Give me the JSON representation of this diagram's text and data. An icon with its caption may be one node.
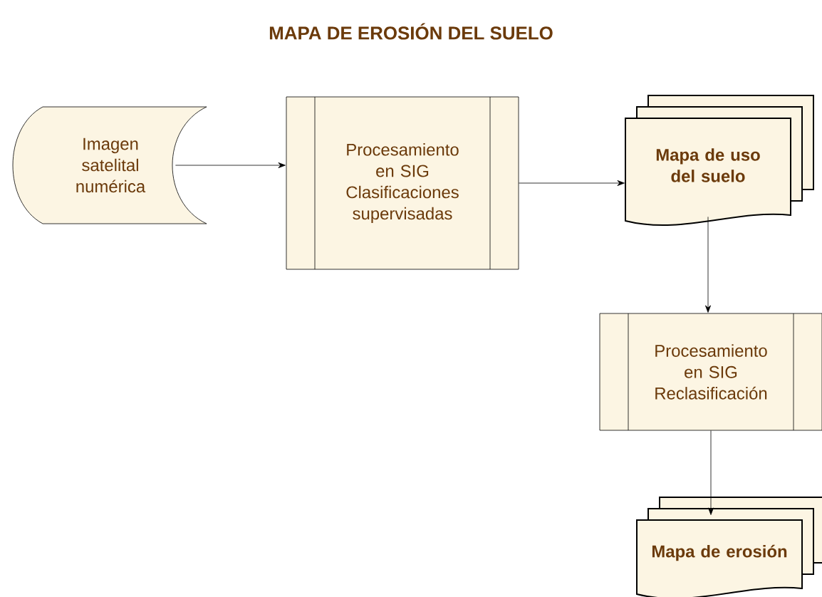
{
  "diagram": {
    "title": "MAPA DE EROSIÓN DEL SUELO",
    "nodes": [
      {
        "text": [
          "Imagen satelital numérica"
        ]
      },
      {
        "text": [
          "Procesamiento en SIG Clasificaciones supervisadas"
        ]
      },
      {
        "text": [
          "Mapa de uso del suelo"
        ]
      },
      {
        "text": [
          "Procesamiento en SIG Reclasificación"
        ]
      },
      {
        "text": [
          "Mapa de erosión"
        ]
      }
    ],
    "edges": [
      {
        "from": 0,
        "to": 1,
        "arrow": "to"
      },
      {
        "from": 1,
        "to": 2,
        "arrow": "to"
      },
      {
        "from": 2,
        "to": 3,
        "arrow": "to"
      },
      {
        "from": 3,
        "to": 4,
        "arrow": "to"
      }
    ]
  }
}
